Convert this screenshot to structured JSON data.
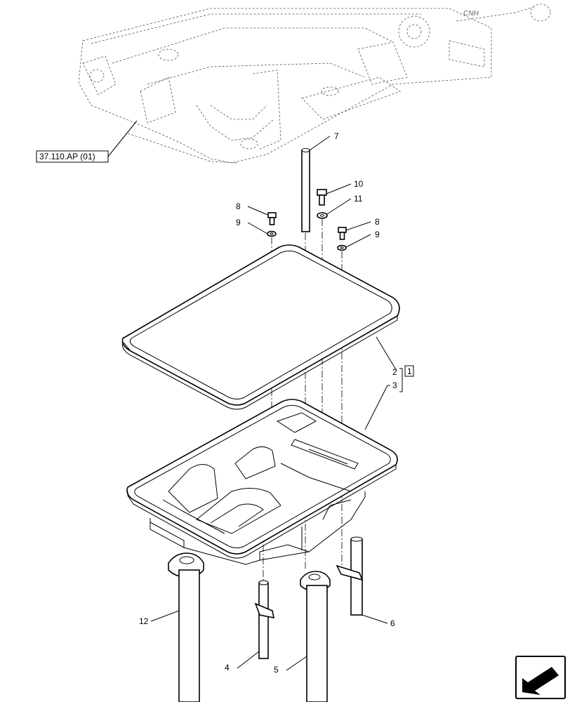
{
  "reference": {
    "label": "37.110.AP (01)"
  },
  "callouts": {
    "c1": "1",
    "c2": "2",
    "c3": "3",
    "c4": "4",
    "c5": "5",
    "c6": "6",
    "c7": "7",
    "c8a": "8",
    "c8b": "8",
    "c9a": "9",
    "c9b": "9",
    "c10": "10",
    "c11": "11",
    "c12": "12"
  },
  "nav": {
    "icon": "next-page-arrow-icon"
  }
}
